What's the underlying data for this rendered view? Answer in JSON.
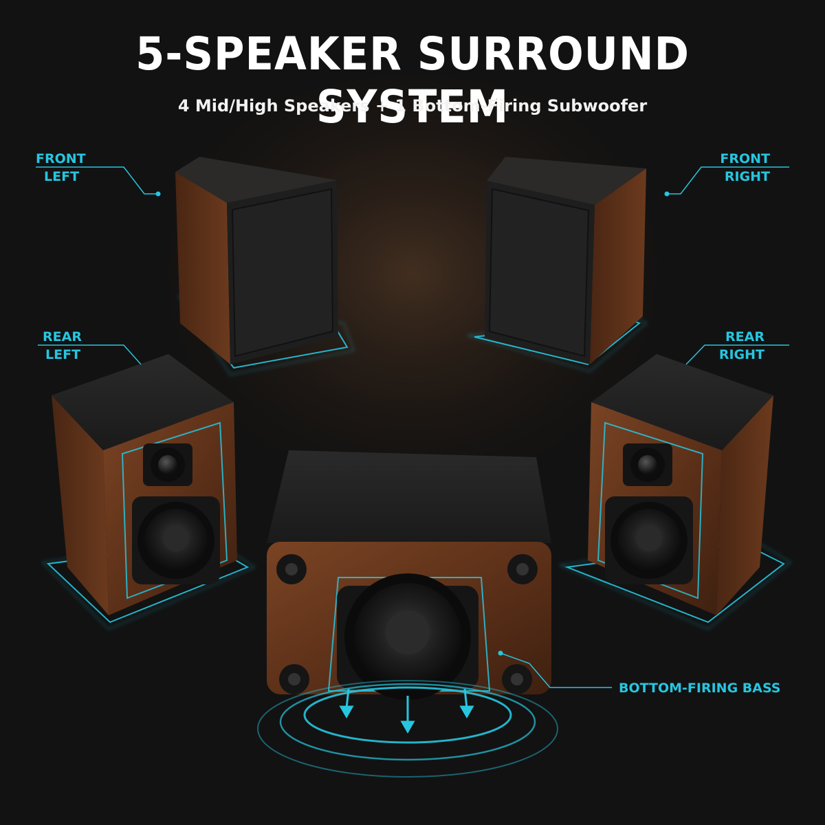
{
  "header": {
    "title": "5-SPEAKER SURROUND SYSTEM",
    "subtitle": "4 Mid/High Speakers + 1 Bottom-Firing Subwoofer"
  },
  "callouts": {
    "front_left": [
      "FRONT",
      "LEFT"
    ],
    "front_right": [
      "FRONT",
      "RIGHT"
    ],
    "rear_left": [
      "REAR",
      "LEFT"
    ],
    "rear_right": [
      "REAR",
      "RIGHT"
    ],
    "bottom_firing": "BOTTOM-FIRING BASS"
  },
  "colors": {
    "background": "#121212",
    "accent": "#27c6e0",
    "wood": "#6b3a1e",
    "grille": "#1c1c1c"
  }
}
